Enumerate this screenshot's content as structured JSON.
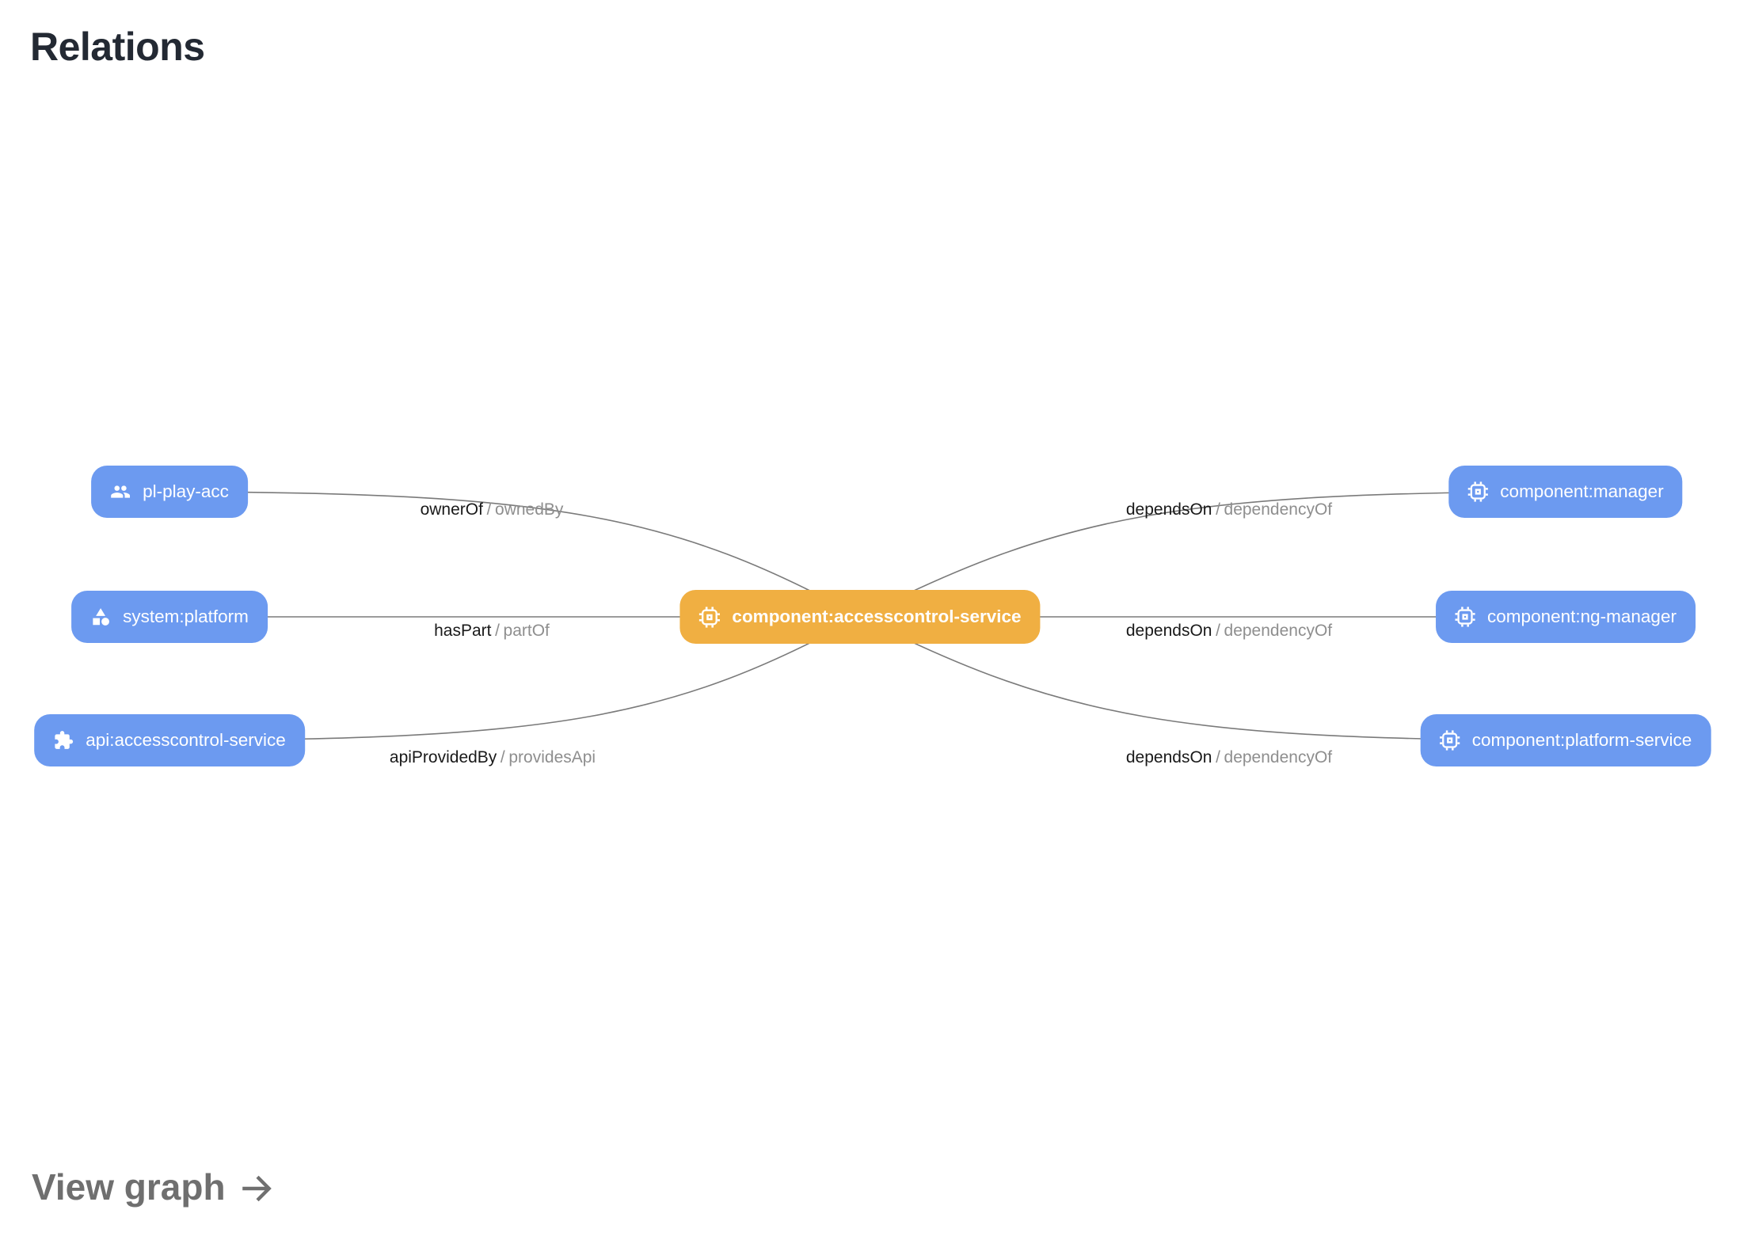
{
  "page": {
    "title": "Relations",
    "view_graph_label": "View graph"
  },
  "colors": {
    "node_blue": "#6C9AF0",
    "node_orange": "#F0AF42",
    "edge_line": "#7A7A7A",
    "label_primary": "#191919",
    "label_secondary": "#8E8E8E",
    "title_text": "#232933",
    "view_graph_text": "#6F6F6F"
  },
  "center_node": {
    "label": "component:accesscontrol-service",
    "icon": "memory-icon"
  },
  "left_nodes": [
    {
      "label": "pl-play-acc",
      "icon": "group-icon"
    },
    {
      "label": "system:platform",
      "icon": "category-icon"
    },
    {
      "label": "api:accesscontrol-service",
      "icon": "extension-icon"
    }
  ],
  "right_nodes": [
    {
      "label": "component:manager",
      "icon": "memory-icon"
    },
    {
      "label": "component:ng-manager",
      "icon": "memory-icon"
    },
    {
      "label": "component:platform-service",
      "icon": "memory-icon"
    }
  ],
  "edges": [
    {
      "relation": "ownerOf",
      "separator": "/",
      "inverse": "ownedBy"
    },
    {
      "relation": "hasPart",
      "separator": "/",
      "inverse": "partOf"
    },
    {
      "relation": "apiProvidedBy",
      "separator": "/",
      "inverse": "providesApi"
    },
    {
      "relation": "dependsOn",
      "separator": "/",
      "inverse": "dependencyOf"
    },
    {
      "relation": "dependsOn",
      "separator": "/",
      "inverse": "dependencyOf"
    },
    {
      "relation": "dependsOn",
      "separator": "/",
      "inverse": "dependencyOf"
    }
  ]
}
